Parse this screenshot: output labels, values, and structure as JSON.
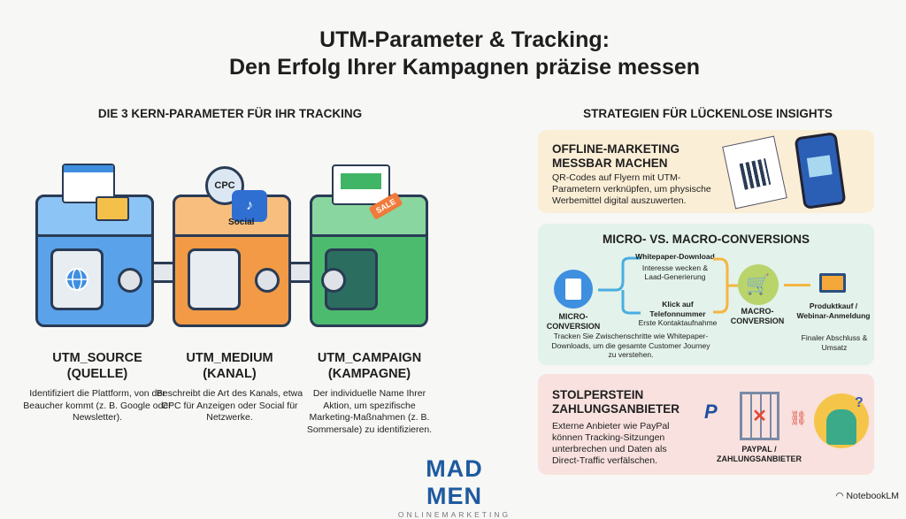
{
  "title": {
    "line1": "UTM-Parameter & Tracking:",
    "line2": "Den Erfolg Ihrer Kampagnen präzise messen"
  },
  "left": {
    "heading": "DIE 3 KERN-PARAMETER FÜR IHR TRACKING",
    "icons": {
      "cpc": "CPC",
      "social": "Social",
      "sale": "SALE"
    },
    "params": [
      {
        "name": "UTM_SOURCE",
        "sub": "(QUELLE)",
        "desc": "Identifiziert die Plattform, von der Beaucher kommt (z. B. Google oder Newsletter).",
        "color": "#3f8fe0"
      },
      {
        "name": "UTM_MEDIUM",
        "sub": "(KANAL)",
        "desc": "Beschreibt die Art des Kanals, etwa CPC für Anzeigen oder Social für Netzwerke.",
        "color": "#f08a2c"
      },
      {
        "name": "UTM_CAMPAIGN",
        "sub": "(KAMPAGNE)",
        "desc": "Der individuelle Name Ihrer Aktion, um spezifische Marketing-Maßnahmen (z. B. Sommersale) zu identifizieren.",
        "color": "#3fb565"
      }
    ]
  },
  "logo": {
    "text": "MAD MEN",
    "sub": "ONLINEMARKETING"
  },
  "right": {
    "heading": "STRATEGIEN FÜR LÜCKENLOSE INSIGHTS",
    "offline": {
      "title1": "OFFLINE-MARKETING",
      "title2": "MESSBAR MACHEN",
      "text": "QR-Codes auf Flyern mit UTM-Parametern verknüpfen, um physische Werbemittel digital auszuwerten.",
      "bg": "#fbeed6"
    },
    "conv": {
      "title": "MICRO- VS. MACRO-CONVERSIONS",
      "bg": "#e3f2eb",
      "micro": "MICRO-CONVERSION",
      "wp_title": "Whitepaper-Download",
      "wp_desc": "Interesse wecken & Laad-Generierung",
      "tel_title": "Klick auf Telefonnummer",
      "tel_desc": "Erste Kontaktaufnahme",
      "macro": "MACRO-CONVERSION",
      "product": "Produktkauf / Webinar-Anmeldung",
      "final": "Finaler Abschluss & Umsatz",
      "note": "Tracken Sie Zwischenschritte wie Whitepaper-Downloads, um die gesamte Customer Journey zu verstehen."
    },
    "payment": {
      "title1": "STOLPERSTEIN",
      "title2": "ZAHLUNGSANBIETER",
      "text": "Externe Anbieter wie PayPal können Tracking-Sitzungen unterbrechen und Daten als Direct-Traffic verfälschen.",
      "label": "PAYPAL / ZAHLUNGSANBIETER",
      "bg": "#f8e1de"
    }
  },
  "footer": {
    "brand": "NotebookLM"
  }
}
